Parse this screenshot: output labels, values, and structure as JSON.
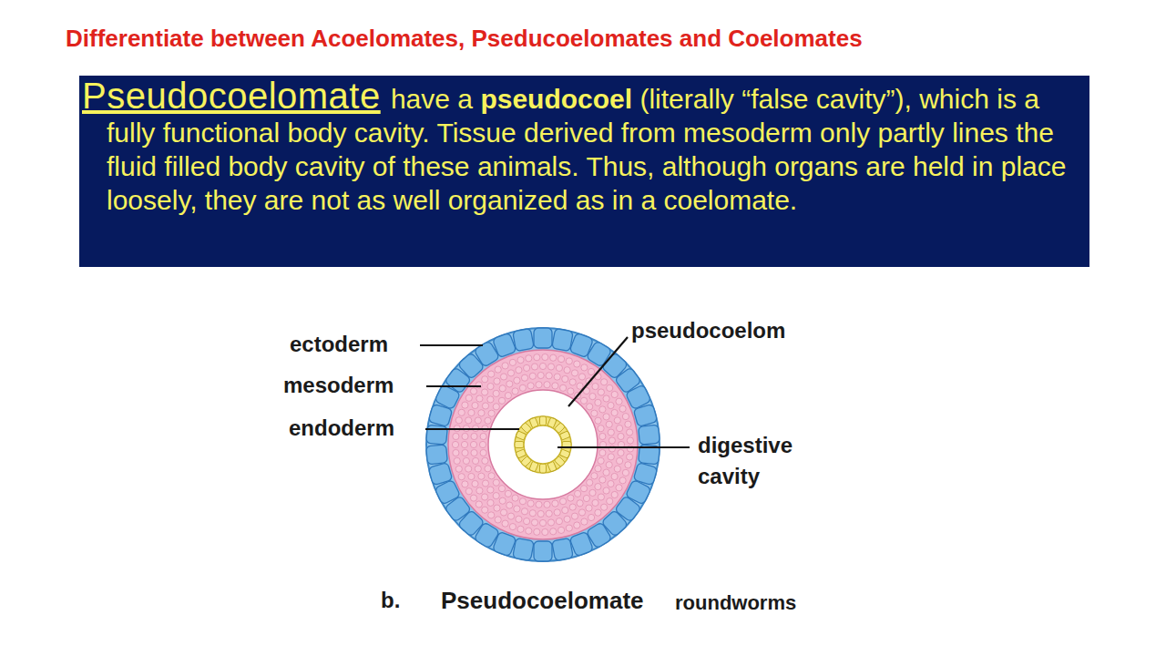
{
  "diagram": {
    "title": "Differentiate between Acoelomates, Pseducoelomates and Coelomates",
    "nodes": [
      {
        "text": [
          "Pseudocoelomate",
          "have a",
          "pseudocoel",
          "(literally “false cavity”), which is a fully functional body cavity. Tissue derived from mesoderm only partly lines the fluid filled body cavity of these animals. Thus, although organs are held in place loosely, they are not as well organized as in a coelomate."
        ]
      }
    ],
    "labels": [
      "ectoderm",
      "mesoderm",
      "endoderm",
      "pseudocoelom",
      "digestive cavity",
      "b.",
      "Pseudocoelomate",
      "roundworms"
    ]
  }
}
